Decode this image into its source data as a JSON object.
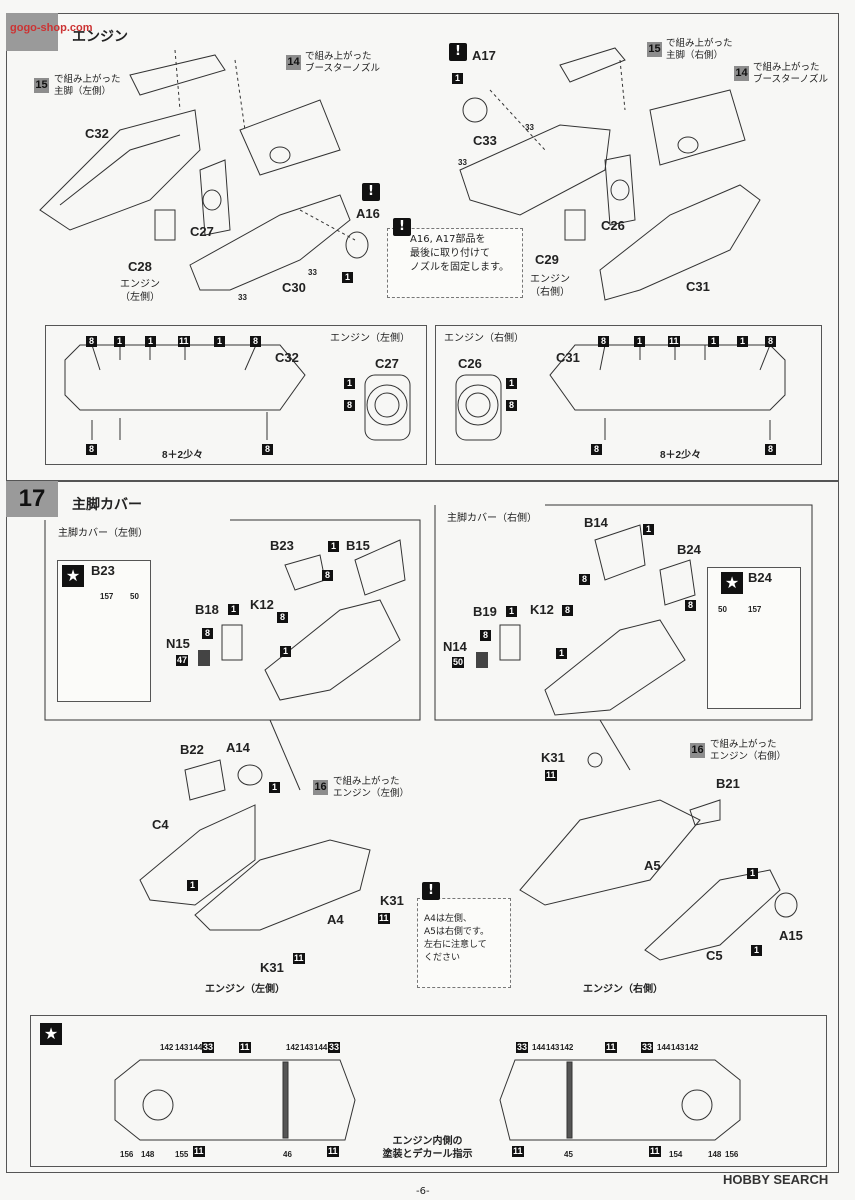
{
  "watermark_top": "gogo-shop.com",
  "watermark_bottom": "HOBBY SEARCH",
  "page_number": "-6-",
  "step16": {
    "title": "エンジン",
    "subassembly_14": {
      "num": "14",
      "text": "で組み上がった\nブースターノズル"
    },
    "subassembly_15_left": {
      "num": "15",
      "text": "で組み上がった\n主脚（左側）"
    },
    "subassembly_15_right": {
      "num": "15",
      "text": "で組み上がった\n主脚（右側）"
    },
    "parts_left": [
      "C32",
      "C27",
      "C28",
      "C30",
      "A16"
    ],
    "parts_right": [
      "A17",
      "C33",
      "C26",
      "C29",
      "C31"
    ],
    "engine_left_caption": "エンジン\n（左側）",
    "engine_right_caption": "エンジン\n（右側）",
    "note_text": "A16, A17部品を\n最後に取り付けて\nノズルを固定します。",
    "paint_left": {
      "title": "エンジン（左側）",
      "parts": [
        "C32",
        "C27"
      ],
      "mix": "8＋2少々"
    },
    "paint_right": {
      "title": "エンジン（右側）",
      "parts": [
        "C26",
        "C31"
      ],
      "mix": "8＋2少々"
    }
  },
  "step17": {
    "number": "17",
    "title": "主脚カバー",
    "cover_left_title": "主脚カバー（左側）",
    "cover_right_title": "主脚カバー（右側）",
    "parts_left": [
      "B23",
      "B15",
      "B18",
      "K12",
      "N15"
    ],
    "parts_right": [
      "B14",
      "B24",
      "B19",
      "K12",
      "N14"
    ],
    "star_left": {
      "part": "B23",
      "decals": [
        "157",
        "50"
      ]
    },
    "star_right": {
      "part": "B24",
      "decals": [
        "50",
        "157"
      ]
    },
    "assembly_left": {
      "parts": [
        "B22",
        "A14",
        "C4",
        "K31",
        "A4",
        "K31"
      ],
      "caption": "エンジン（左側）"
    },
    "assembly_right": {
      "parts": [
        "K31",
        "B21",
        "A5",
        "A15",
        "C5"
      ],
      "caption": "エンジン（右側）"
    },
    "subassembly_16_left": {
      "num": "16",
      "text": "で組み上がった\nエンジン（左側）"
    },
    "subassembly_16_right": {
      "num": "16",
      "text": "で組み上がった\nエンジン（右側）"
    },
    "note_text": "A4は左側、\nA5は右側です。\n左右に注意して\nください",
    "inner_caption": "エンジン内側の\n塗装とデカール指示",
    "decals_left_top": [
      "142",
      "143",
      "144",
      "33",
      "11",
      "142",
      "143",
      "144",
      "33"
    ],
    "decals_left_bottom": [
      "156",
      "148",
      "155",
      "11",
      "46",
      "11"
    ],
    "decals_right_top": [
      "33",
      "144",
      "143",
      "142",
      "11",
      "33",
      "144",
      "143",
      "142"
    ],
    "decals_right_bottom": [
      "11",
      "45",
      "11",
      "154",
      "148",
      "156"
    ]
  }
}
